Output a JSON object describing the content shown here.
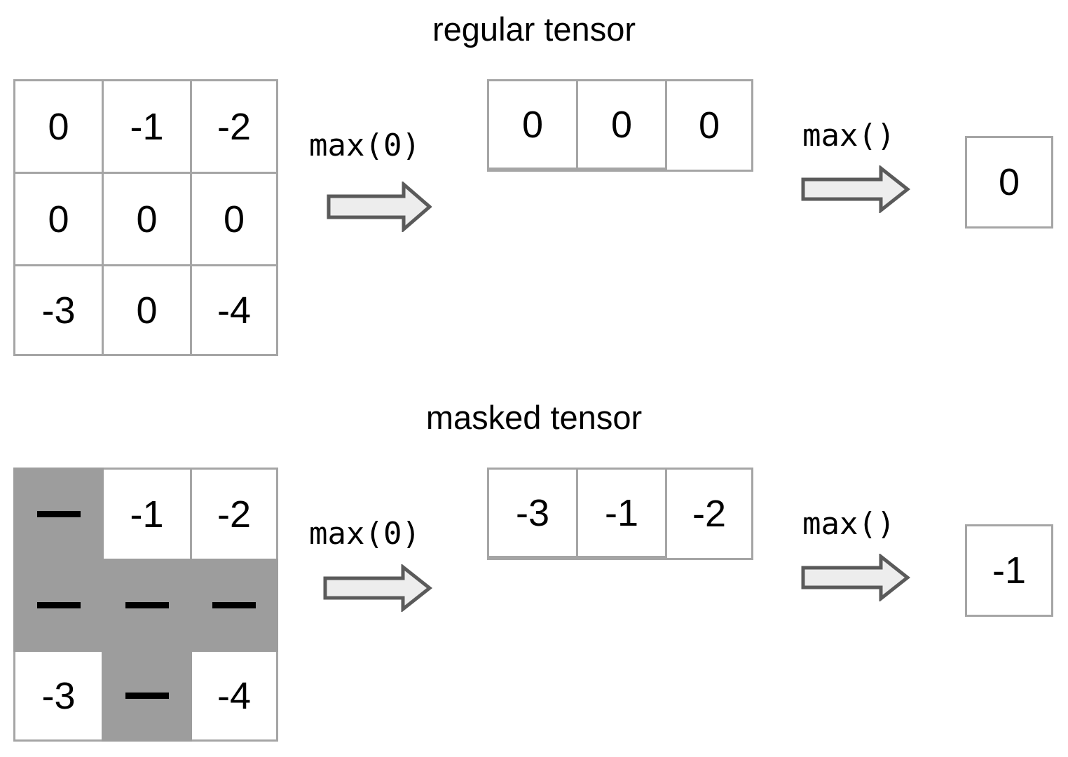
{
  "figure": {
    "title_regular": "regular tensor",
    "title_masked": "masked tensor"
  },
  "colors": {
    "grid_border": "#a5a5a5",
    "mask_fill": "#9d9d9d",
    "arrow_fill": "#ededed",
    "arrow_stroke": "#5a5a5a",
    "text": "#000000",
    "background": "#ffffff"
  },
  "operations": {
    "reduce_dim0": "max(0)",
    "reduce_all": "max()"
  },
  "icons": {
    "arrow": "right-block-arrow-icon",
    "mask": "em-dash-mask-icon"
  },
  "chart_data": {
    "type": "table",
    "title": "regular tensor vs masked tensor under max reduction",
    "rows": [
      {
        "name": "regular tensor",
        "title": "regular tensor",
        "input_matrix": {
          "shape": [
            3,
            3
          ],
          "values": [
            [
              "0",
              "-1",
              "-2"
            ],
            [
              "0",
              "0",
              "0"
            ],
            [
              "-3",
              "0",
              "-4"
            ]
          ],
          "mask": [
            [
              false,
              false,
              false
            ],
            [
              false,
              false,
              false
            ],
            [
              false,
              false,
              false
            ]
          ]
        },
        "op1": "max(0)",
        "reduced_vector": {
          "shape": [
            1,
            3
          ],
          "values": [
            "0",
            "0",
            "0"
          ]
        },
        "op2": "max()",
        "scalar_result": "0"
      },
      {
        "name": "masked tensor",
        "title": "masked tensor",
        "input_matrix": {
          "shape": [
            3,
            3
          ],
          "values": [
            [
              "—",
              "-1",
              "-2"
            ],
            [
              "—",
              "—",
              "—"
            ],
            [
              "-3",
              "—",
              "-4"
            ]
          ],
          "mask": [
            [
              true,
              false,
              false
            ],
            [
              true,
              true,
              true
            ],
            [
              false,
              true,
              false
            ]
          ]
        },
        "op1": "max(0)",
        "reduced_vector": {
          "shape": [
            1,
            3
          ],
          "values": [
            "-3",
            "-1",
            "-2"
          ]
        },
        "op2": "max()",
        "scalar_result": "-1"
      }
    ]
  }
}
